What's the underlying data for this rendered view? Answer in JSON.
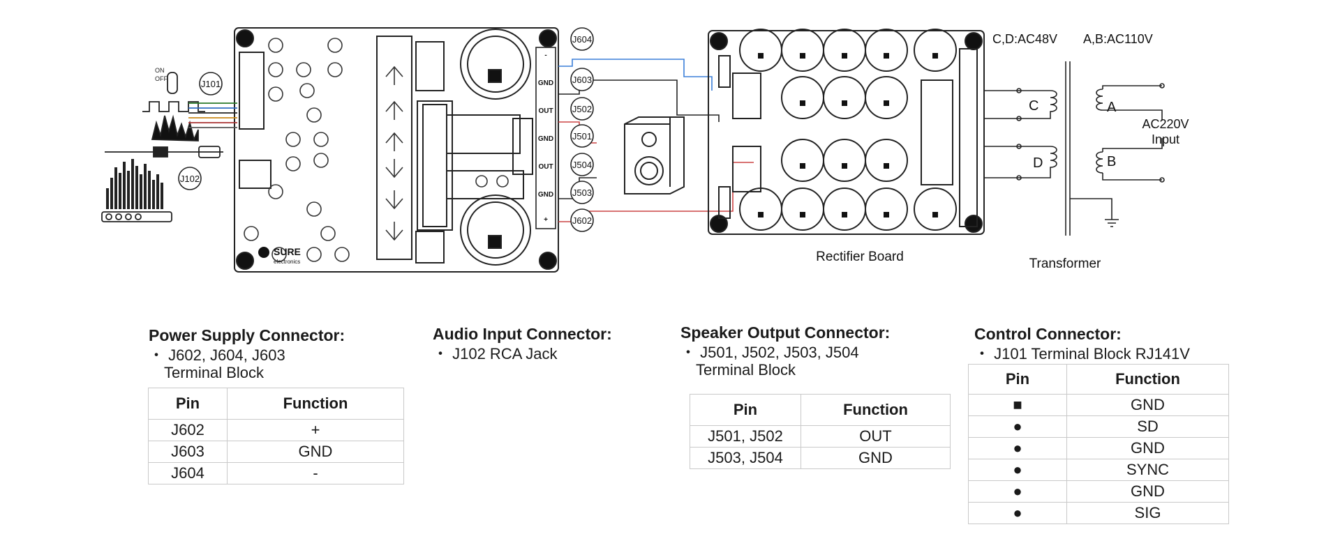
{
  "diagram": {
    "connectors": [
      "J604",
      "J603",
      "J502",
      "J501",
      "J504",
      "J503",
      "J602",
      "J101",
      "J102"
    ],
    "amp_terminals": [
      "-",
      "GND",
      "OUT",
      "GND",
      "OUT",
      "GND",
      "+"
    ],
    "switch_on": "ON",
    "switch_off": "OFF",
    "brand_name": "SURE",
    "brand_sub": "electronics",
    "ac48_label": "C,D:AC48V",
    "ac110_label": "A,B:AC110V",
    "winding_c": "C",
    "winding_d": "D",
    "winding_a": "A",
    "winding_b": "B",
    "ac220_line1": "AC220V",
    "ac220_line2": "Input",
    "rectifier_label": "Rectifier Board",
    "transformer_label": "Transformer"
  },
  "power": {
    "title": "Power Supply Connector:",
    "line1": "・ J602, J604, J603",
    "line2": "Terminal Block",
    "headers": [
      "Pin",
      "Function"
    ],
    "rows": [
      [
        "J602",
        "+"
      ],
      [
        "J603",
        "GND"
      ],
      [
        "J604",
        "-"
      ]
    ]
  },
  "audio": {
    "title": "Audio Input Connector:",
    "line1": "・ J102 RCA Jack"
  },
  "speaker": {
    "title": "Speaker Output Connector:",
    "line1": "・ J501, J502, J503, J504",
    "line2": "Terminal Block",
    "headers": [
      "Pin",
      "Function"
    ],
    "rows": [
      [
        "J501, J502",
        "OUT"
      ],
      [
        "J503, J504",
        "GND"
      ]
    ]
  },
  "control": {
    "title": "Control Connector:",
    "line1": "・ J101 Terminal Block RJ141V",
    "headers": [
      "Pin",
      "Function"
    ],
    "rows": [
      [
        "■",
        "GND"
      ],
      [
        "●",
        "SD"
      ],
      [
        "●",
        "GND"
      ],
      [
        "●",
        "SYNC"
      ],
      [
        "●",
        "GND"
      ],
      [
        "●",
        "SIG"
      ]
    ]
  }
}
